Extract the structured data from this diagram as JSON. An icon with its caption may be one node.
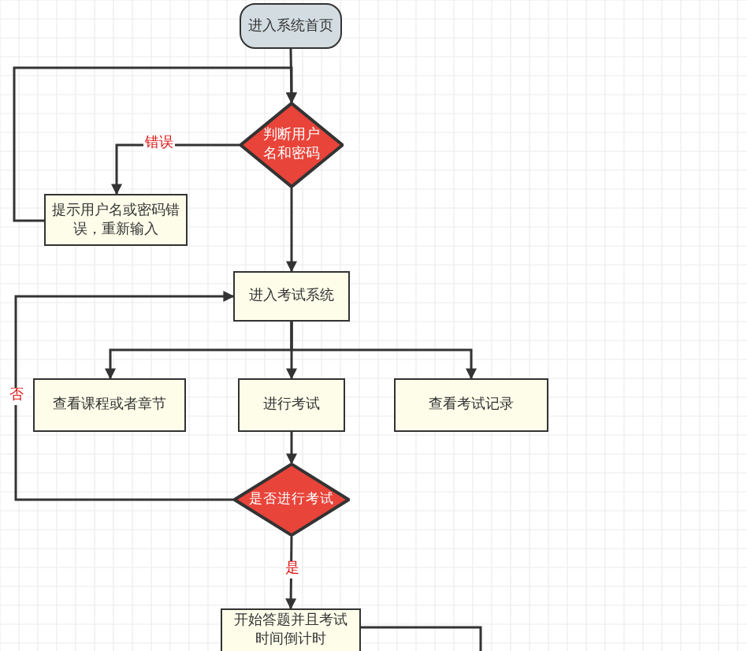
{
  "diagram": {
    "nodes": [
      {
        "text": [
          "进入系统首页"
        ]
      },
      {
        "text": [
          "判断用户名和密码"
        ]
      },
      {
        "text": [
          "提示用户名或密码错误，重新输入"
        ]
      },
      {
        "text": [
          "进入考试系统"
        ]
      },
      {
        "text": [
          "查看课程或者章节"
        ]
      },
      {
        "text": [
          "进行考试"
        ]
      },
      {
        "text": [
          "查看考试记录"
        ]
      },
      {
        "text": [
          "是否进行考试"
        ]
      },
      {
        "text": [
          "开始答题并且考试时间倒计时"
        ]
      }
    ],
    "edges": [
      {
        "from": 0,
        "to": 1,
        "arrow": "to"
      },
      {
        "from": 1,
        "to": 2,
        "label": "错误",
        "arrow": "to"
      },
      {
        "from": 2,
        "to": 1,
        "arrow": "to"
      },
      {
        "from": 1,
        "to": 3,
        "arrow": "to"
      },
      {
        "from": 3,
        "to": 4,
        "arrow": "to"
      },
      {
        "from": 3,
        "to": 5,
        "arrow": "to"
      },
      {
        "from": 3,
        "to": 6,
        "arrow": "to"
      },
      {
        "from": 5,
        "to": 7,
        "arrow": "to"
      },
      {
        "from": 7,
        "to": 3,
        "label": "否",
        "arrow": "to"
      },
      {
        "from": 7,
        "to": 8,
        "label": "是",
        "arrow": "to"
      },
      {
        "from": 8,
        "to": null,
        "arrow": "none"
      }
    ]
  }
}
